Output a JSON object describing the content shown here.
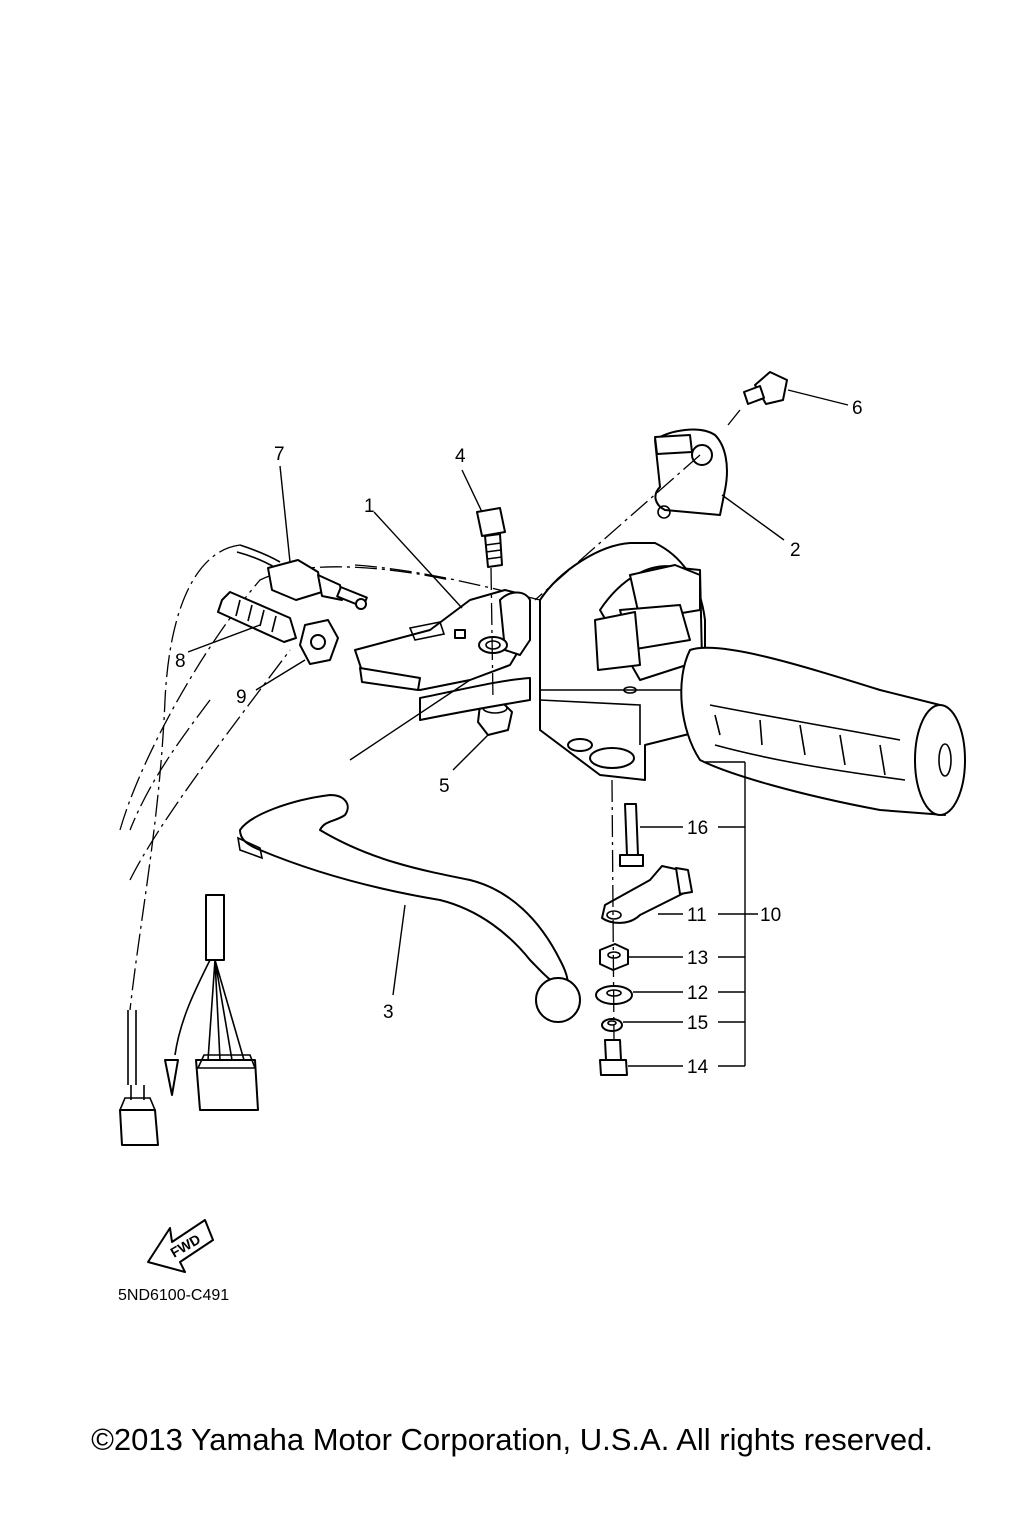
{
  "diagram": {
    "part_numbers": [
      "1",
      "2",
      "3",
      "4",
      "5",
      "6",
      "7",
      "8",
      "9",
      "10",
      "11",
      "12",
      "13",
      "14",
      "15",
      "16"
    ],
    "diagram_code": "5ND6100-C491",
    "fwd_label": "FWD",
    "copyright": "©2013 Yamaha Motor Corporation, U.S.A. All rights reserved."
  }
}
